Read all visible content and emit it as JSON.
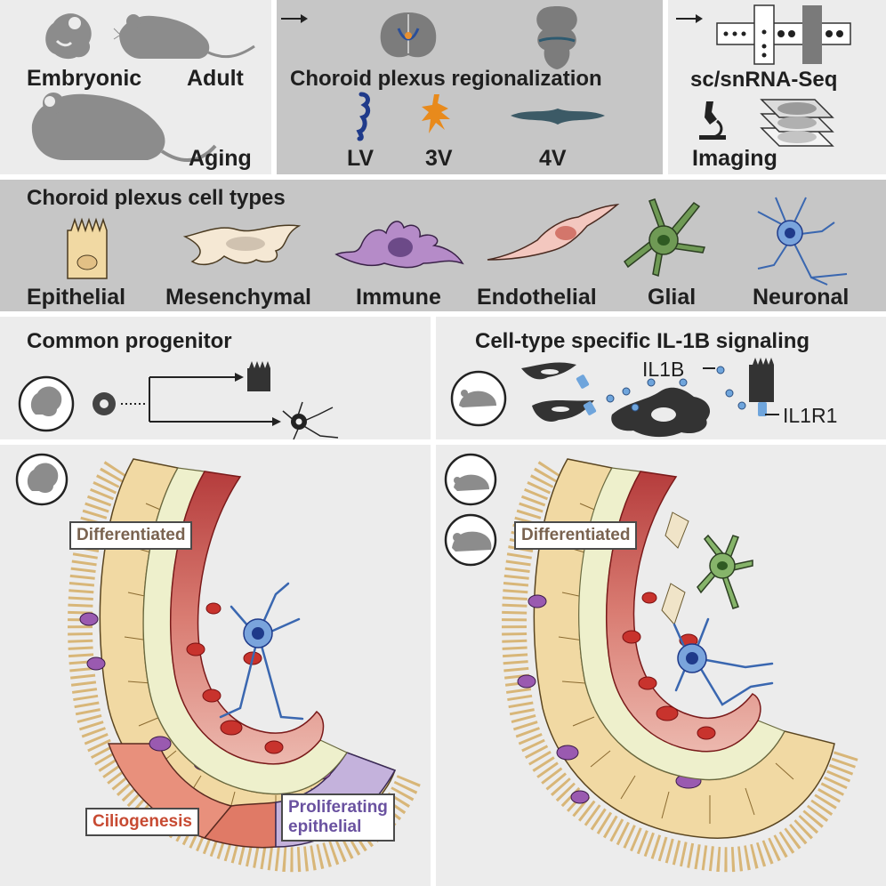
{
  "top": {
    "stages": {
      "embryonic": "Embryonic",
      "adult": "Adult",
      "aging": "Aging"
    },
    "regionalization": {
      "title": "Choroid plexus regionalization",
      "lv": "LV",
      "v3": "3V",
      "v4": "4V"
    },
    "methods": {
      "seq": "sc/snRNA-Seq",
      "imaging": "Imaging"
    }
  },
  "cell_types": {
    "title": "Choroid plexus cell types",
    "items": [
      "Epithelial",
      "Mesenchymal",
      "Immune",
      "Endothelial",
      "Glial",
      "Neuronal"
    ]
  },
  "progenitor": {
    "title": "Common progenitor"
  },
  "signaling": {
    "title": "Cell-type specific IL-1B signaling",
    "ligand": "IL1B",
    "receptor": "IL1R1"
  },
  "bottom_left": {
    "differentiated": "Differentiated",
    "ciliogenesis": "Ciliogenesis",
    "proliferating_1": "Proliferating",
    "proliferating_2": "epithelial"
  },
  "bottom_right": {
    "differentiated": "Differentiated"
  },
  "colors": {
    "mouse": "#8c8c8c",
    "epithelial": "#f1d9a3",
    "vessel": "#b53c3c",
    "ciliogenesis": "#d0543d",
    "proliferating": "#8a67a8",
    "neuron": "#3a67b0",
    "glia": "#5a8a4a",
    "immune": "#8a4aa0"
  }
}
